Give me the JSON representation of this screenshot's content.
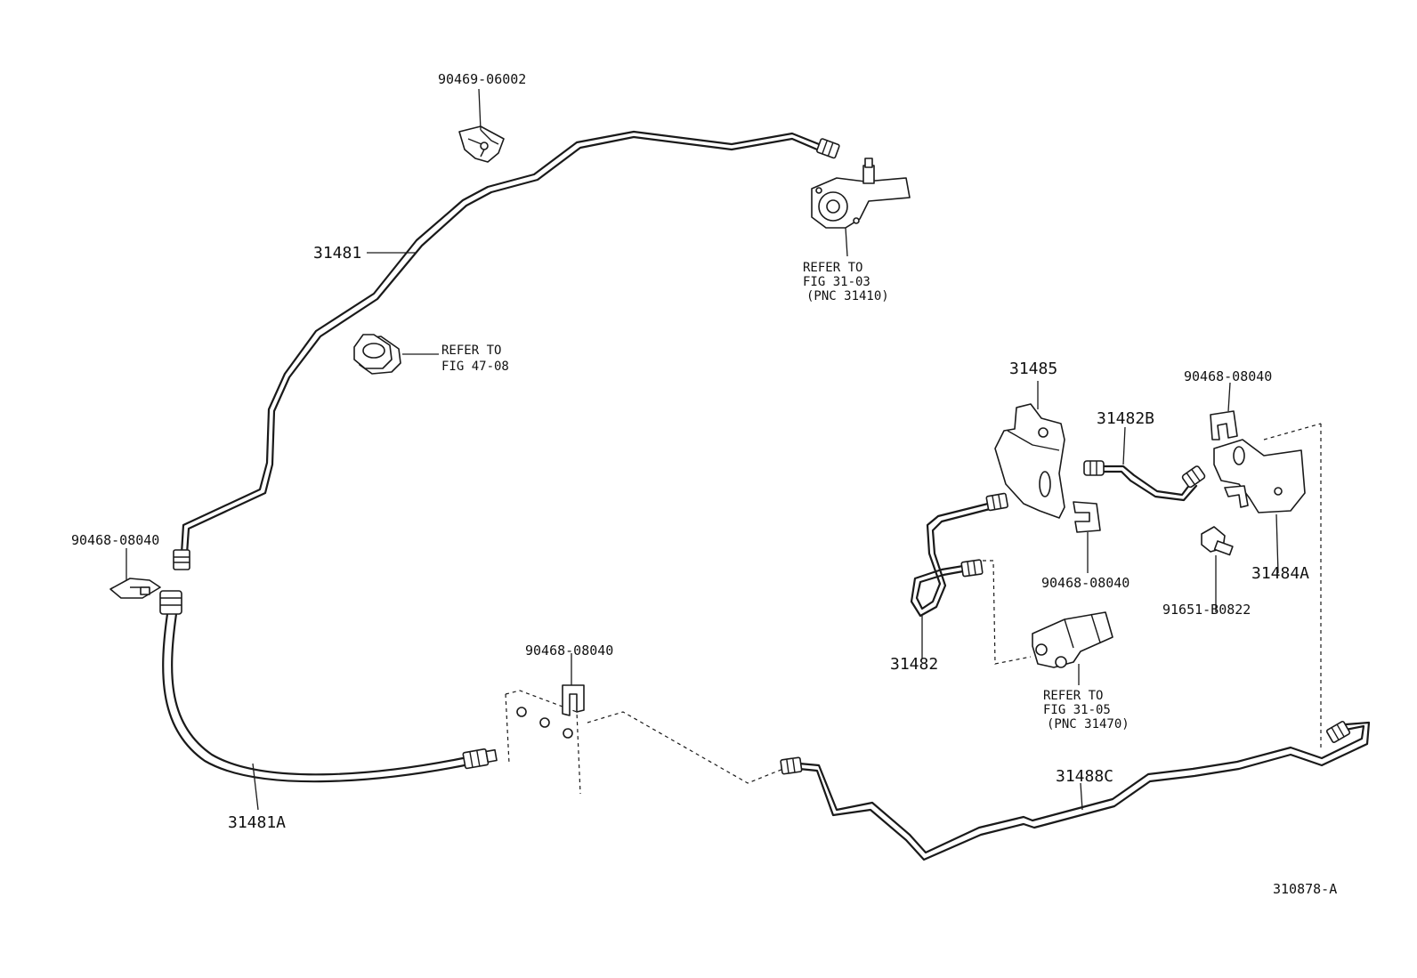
{
  "diagram": {
    "labels": {
      "p_90469_06002": "90469-06002",
      "p_31481": "31481",
      "ref_31_03": {
        "l1": "REFER TO",
        "l2": "FIG 31-03",
        "l3": "(PNC 31410)"
      },
      "ref_47_08": {
        "l1": "REFER TO",
        "l2": "FIG 47-08"
      },
      "p_90468_08040_left": "90468-08040",
      "p_31481A": "31481A",
      "p_90468_08040_mid": "90468-08040",
      "p_31485": "31485",
      "p_31482B": "31482B",
      "p_90468_08040_right": "90468-08040",
      "p_90468_08040_center": "90468-08040",
      "p_31484A": "31484A",
      "p_91651_B0822": "91651-B0822",
      "p_31482": "31482",
      "ref_31_05": {
        "l1": "REFER TO",
        "l2": "FIG 31-05",
        "l3": "(PNC 31470)"
      },
      "p_31488C": "31488C",
      "figure_code": "310878-A"
    }
  }
}
